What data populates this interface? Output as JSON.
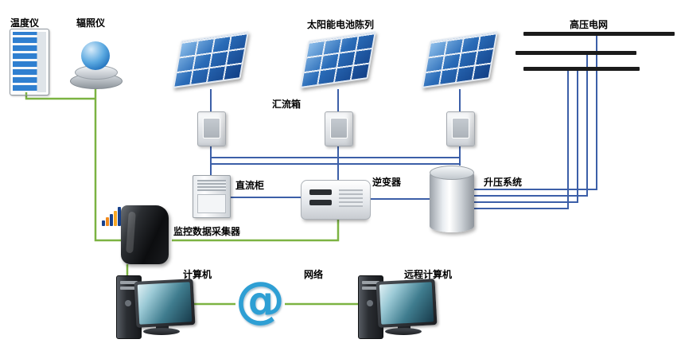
{
  "diagram": {
    "labels": {
      "temperature_meter": "温度仪",
      "irradiance_meter": "辐照仪",
      "solar_array": "太阳能电池陈列",
      "hv_grid": "高压电网",
      "combiner_box": "汇流箱",
      "dc_cabinet": "直流柜",
      "inverter": "逆变器",
      "step_up": "升压系统",
      "data_collector": "监控数据采集器",
      "computer": "计算机",
      "network": "网络",
      "remote_computer": "远程计算机",
      "at_symbol": "@"
    },
    "colors": {
      "dc_line": "#3c5fa8",
      "monitor_line": "#7cb342",
      "grid_bar": "#1b1b1b",
      "at_blue": "#2e9fd4"
    }
  }
}
